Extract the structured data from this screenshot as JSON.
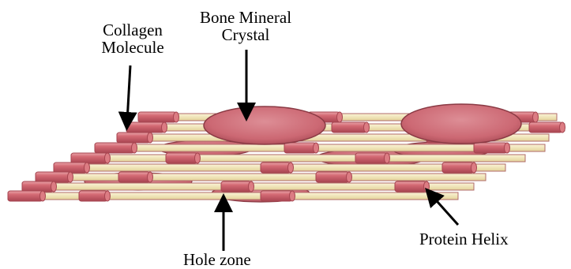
{
  "labels": {
    "collagen_molecule": [
      "Collagen",
      "Molecule"
    ],
    "bone_mineral_crystal": [
      "Bone Mineral",
      "Crystal"
    ],
    "protein_helix": "Protein Helix",
    "hole_zone": "Hole zone"
  },
  "colors": {
    "fiber_body": "#efe5b4",
    "fiber_edge": "#b06b69",
    "cap_light": "#dc7c83",
    "cap_mid": "#c65a63",
    "cap_dark": "#a64550",
    "crystal_fill": "#d1737d",
    "crystal_edge": "#8a3a44",
    "arrow": "#000000"
  }
}
